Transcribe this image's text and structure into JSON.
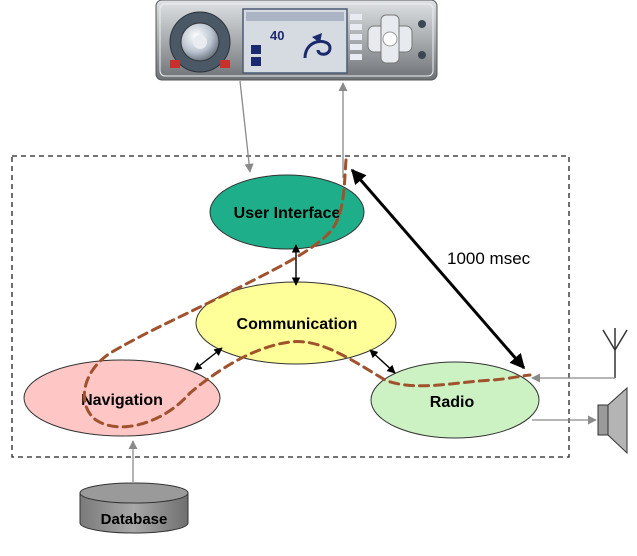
{
  "diagram": {
    "nodes": {
      "user_interface": {
        "label": "User Interface",
        "color": "#1fae8a"
      },
      "communication": {
        "label": "Communication",
        "color": "#ffff99"
      },
      "navigation": {
        "label": "Navigation",
        "color": "#ffc6c6"
      },
      "radio": {
        "label": "Radio",
        "color": "#ccf2c3"
      },
      "database": {
        "label": "Database",
        "color": "#8a8a8a"
      }
    },
    "timing_label": "1000 msec",
    "colors": {
      "boundary": "#222222",
      "flow_arrow": "#8a8a8a",
      "dependency_arrow": "#000000",
      "latency_path": "#a0522d",
      "device_body": "#a9acaf",
      "device_screen": "#d6dbe1",
      "device_screen_text": "#1b2a6e"
    },
    "device": {
      "screen_text": "40"
    },
    "icons": [
      "car-stereo-device-icon",
      "antenna-icon",
      "speaker-icon",
      "database-cylinder-icon"
    ]
  }
}
